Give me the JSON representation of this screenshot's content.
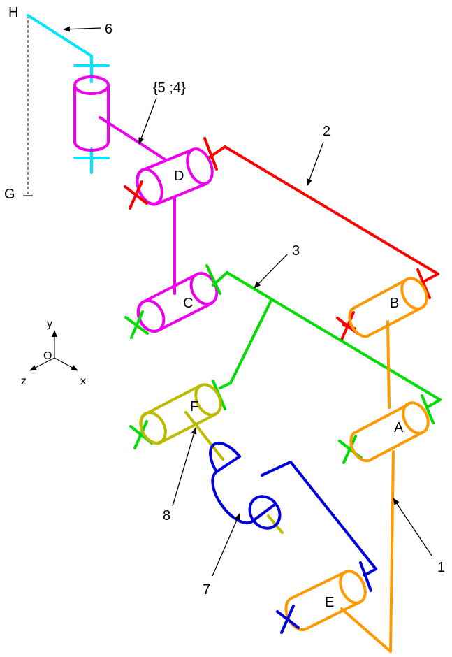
{
  "colors": {
    "link1": "#ff9900",
    "link2": "#ff0000",
    "link3": "#00dd00",
    "link45": "#ee00ee",
    "link6": "#00e5ff",
    "link7": "#0000dd",
    "link8": "#bbbb00",
    "text": "#000000"
  },
  "points": {
    "H": "H",
    "G": "G"
  },
  "joints": {
    "A": "A",
    "B": "B",
    "C": "C",
    "D": "D",
    "E": "E",
    "F": "F"
  },
  "links": {
    "l1": "1",
    "l2": "2",
    "l3": "3",
    "l45": "{5 ;4}",
    "l6": "6",
    "l7": "7",
    "l8": "8"
  },
  "axes": {
    "y": "y",
    "x": "x",
    "z": "z",
    "origin": "O"
  }
}
